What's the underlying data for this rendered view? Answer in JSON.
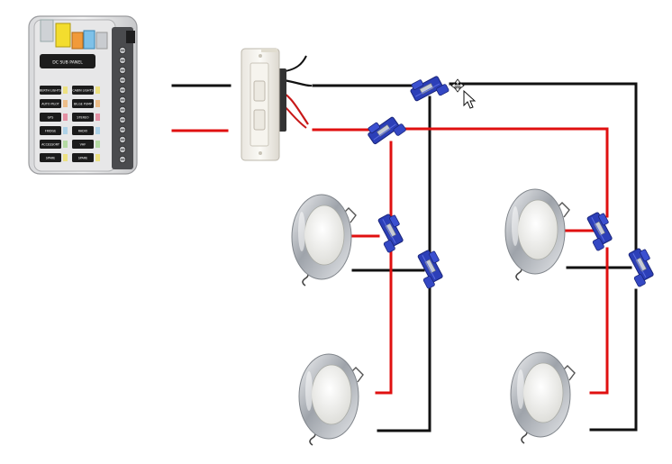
{
  "diagram": {
    "fuse_panel": {
      "header_label": "DC SUB PANEL",
      "circuit_labels": [
        [
          "BERTH LIGHTS",
          "CABIN LIGHTS"
        ],
        [
          "AUTO PILOT",
          "BILGE PUMP"
        ],
        [
          "GPS",
          "STEREO"
        ],
        [
          "FRIDGE",
          "RADIO"
        ],
        [
          "ACCESSORY",
          "VHF"
        ],
        [
          "SPARE",
          "SPARE"
        ]
      ]
    },
    "colors": {
      "negative_wire": "#111111",
      "positive_wire": "#e01010",
      "wire_connector": "#2c3fb8",
      "fixture_trim": "#b8bcc2",
      "fixture_lens": "#eeeeea"
    },
    "icons": {
      "switch": "dimmer-switch-icon",
      "connector": "wire-tap-connector-icon",
      "fixture": "recessed-led-light-icon",
      "cursor": "move-cursor-icon"
    }
  }
}
